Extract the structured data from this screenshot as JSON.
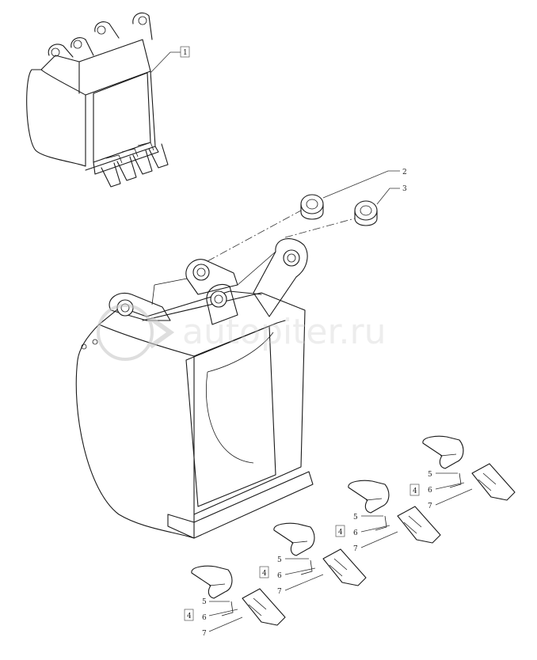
{
  "diagram": {
    "callouts": {
      "c1": "1",
      "c2": "2",
      "c3": "3",
      "c4": "4",
      "c5": "5",
      "c6": "6",
      "c7": "7"
    },
    "watermark": "autopiter.ru"
  }
}
